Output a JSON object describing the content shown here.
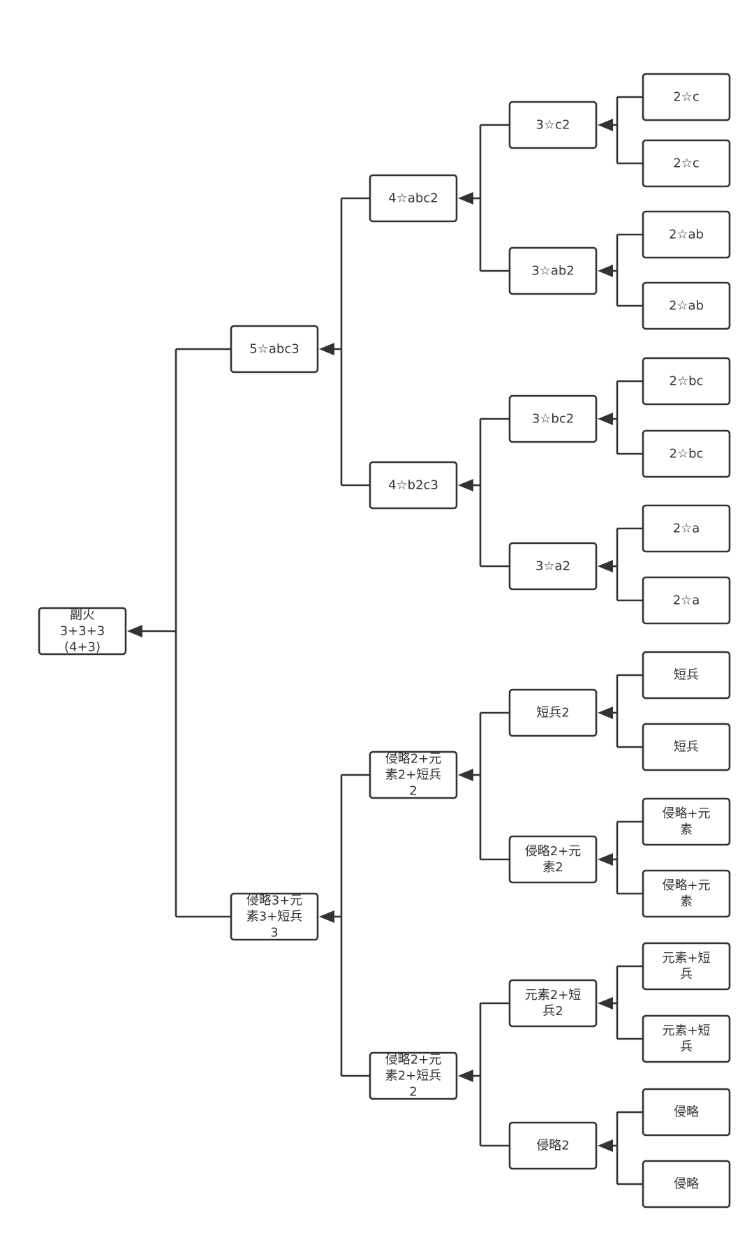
{
  "nodes": [
    {
      "id": "n0",
      "lines": [
        "副火",
        "3+3+3",
        "(4+3)"
      ]
    },
    {
      "id": "n1",
      "lines": [
        "5☆abc3"
      ]
    },
    {
      "id": "n2",
      "lines": [
        "侵略3+元",
        "素3+短兵",
        "3"
      ]
    },
    {
      "id": "n3",
      "lines": [
        "4☆abc2"
      ]
    },
    {
      "id": "n4",
      "lines": [
        "4☆b2c3"
      ]
    },
    {
      "id": "n5",
      "lines": [
        "侵略2+元",
        "素2+短兵",
        "2"
      ]
    },
    {
      "id": "n6",
      "lines": [
        "侵略2+元",
        "素2+短兵",
        "2"
      ]
    },
    {
      "id": "n7",
      "lines": [
        "3☆c2"
      ]
    },
    {
      "id": "n8",
      "lines": [
        "3☆ab2"
      ]
    },
    {
      "id": "n9",
      "lines": [
        "3☆bc2"
      ]
    },
    {
      "id": "n10",
      "lines": [
        "3☆a2"
      ]
    },
    {
      "id": "n11",
      "lines": [
        "短兵2"
      ]
    },
    {
      "id": "n12",
      "lines": [
        "侵略2+元",
        "素2"
      ]
    },
    {
      "id": "n13",
      "lines": [
        "元素2+短",
        "兵2"
      ]
    },
    {
      "id": "n14",
      "lines": [
        "侵略2"
      ]
    },
    {
      "id": "n15",
      "lines": [
        "2☆c"
      ]
    },
    {
      "id": "n16",
      "lines": [
        "2☆c"
      ]
    },
    {
      "id": "n17",
      "lines": [
        "2☆ab"
      ]
    },
    {
      "id": "n18",
      "lines": [
        "2☆ab"
      ]
    },
    {
      "id": "n19",
      "lines": [
        "2☆bc"
      ]
    },
    {
      "id": "n20",
      "lines": [
        "2☆bc"
      ]
    },
    {
      "id": "n21",
      "lines": [
        "2☆a"
      ]
    },
    {
      "id": "n22",
      "lines": [
        "2☆a"
      ]
    },
    {
      "id": "n23",
      "lines": [
        "短兵"
      ]
    },
    {
      "id": "n24",
      "lines": [
        "短兵"
      ]
    },
    {
      "id": "n25",
      "lines": [
        "侵略+元",
        "素"
      ]
    },
    {
      "id": "n26",
      "lines": [
        "侵略+元",
        "素"
      ]
    },
    {
      "id": "n27",
      "lines": [
        "元素+短",
        "兵"
      ]
    },
    {
      "id": "n28",
      "lines": [
        "元素+短",
        "兵"
      ]
    },
    {
      "id": "n29",
      "lines": [
        "侵略"
      ]
    },
    {
      "id": "n30",
      "lines": [
        "侵略"
      ]
    }
  ],
  "edges": [
    {
      "from": "n1",
      "to": "n0"
    },
    {
      "from": "n2",
      "to": "n0"
    },
    {
      "from": "n3",
      "to": "n1"
    },
    {
      "from": "n4",
      "to": "n1"
    },
    {
      "from": "n5",
      "to": "n2"
    },
    {
      "from": "n6",
      "to": "n2"
    },
    {
      "from": "n7",
      "to": "n3"
    },
    {
      "from": "n8",
      "to": "n3"
    },
    {
      "from": "n9",
      "to": "n4"
    },
    {
      "from": "n10",
      "to": "n4"
    },
    {
      "from": "n11",
      "to": "n5"
    },
    {
      "from": "n12",
      "to": "n5"
    },
    {
      "from": "n13",
      "to": "n6"
    },
    {
      "from": "n14",
      "to": "n6"
    },
    {
      "from": "n15",
      "to": "n7"
    },
    {
      "from": "n16",
      "to": "n7"
    },
    {
      "from": "n17",
      "to": "n8"
    },
    {
      "from": "n18",
      "to": "n8"
    },
    {
      "from": "n19",
      "to": "n9"
    },
    {
      "from": "n20",
      "to": "n9"
    },
    {
      "from": "n21",
      "to": "n10"
    },
    {
      "from": "n22",
      "to": "n10"
    },
    {
      "from": "n23",
      "to": "n11"
    },
    {
      "from": "n24",
      "to": "n11"
    },
    {
      "from": "n25",
      "to": "n12"
    },
    {
      "from": "n26",
      "to": "n12"
    },
    {
      "from": "n27",
      "to": "n13"
    },
    {
      "from": "n28",
      "to": "n13"
    },
    {
      "from": "n29",
      "to": "n14"
    },
    {
      "from": "n30",
      "to": "n14"
    }
  ]
}
